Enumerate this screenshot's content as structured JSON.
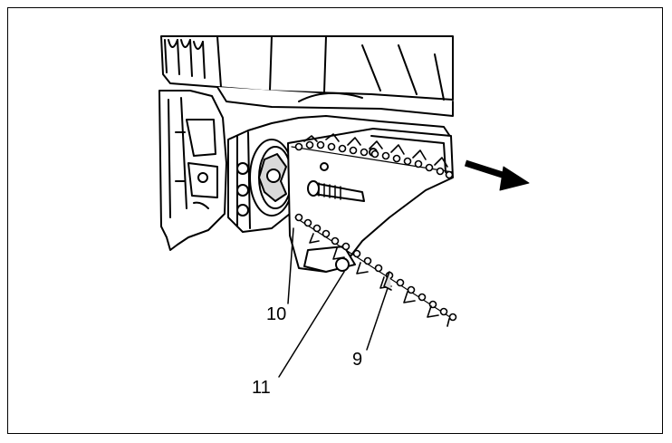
{
  "diagram": {
    "callouts": [
      {
        "id": "10",
        "label": "10"
      },
      {
        "id": "11",
        "label": "11"
      },
      {
        "id": "9",
        "label": "9"
      }
    ],
    "colors": {
      "line": "#000000",
      "background": "#ffffff",
      "shade": "#d9d9d9"
    },
    "icons": {
      "direction": "arrow-right-icon"
    }
  }
}
